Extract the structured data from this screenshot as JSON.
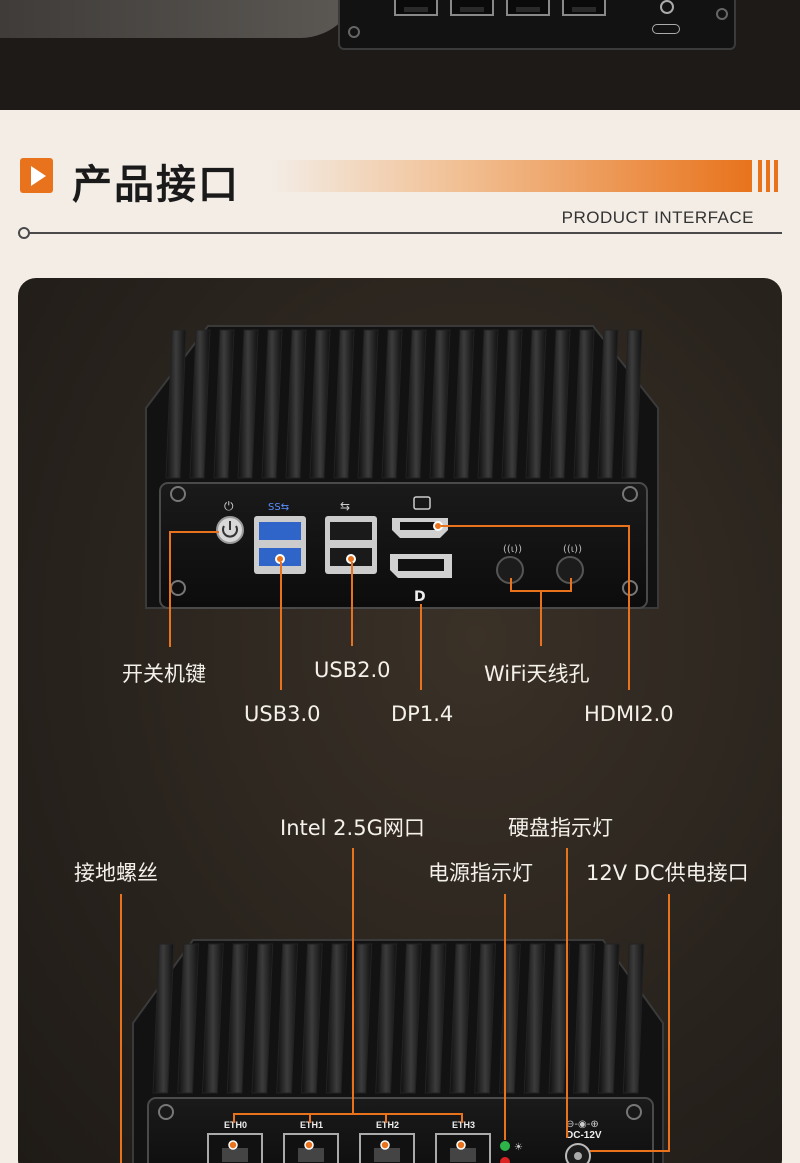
{
  "section": {
    "title": "产品接口",
    "subtitle": "PRODUCT INTERFACE"
  },
  "front_panel": {
    "labels": {
      "power": "开关机键",
      "usb2": "USB2.0",
      "wifi": "WiFi天线孔",
      "usb3": "USB3.0",
      "dp": "DP1.4",
      "hdmi": "HDMI2.0"
    }
  },
  "rear_panel": {
    "labels": {
      "lan": "Intel 2.5G网口",
      "hdd_led": "硬盘指示灯",
      "ground": "接地螺丝",
      "power_led": "电源指示灯",
      "dc_in": "12V DC供电接口"
    },
    "ports": [
      "ETH0",
      "ETH1",
      "ETH2",
      "ETH3"
    ],
    "dc_label": "DC-12V"
  },
  "colors": {
    "accent": "#e8731c",
    "page_bg": "#f3ede6",
    "card_bg": "#2a241e"
  }
}
